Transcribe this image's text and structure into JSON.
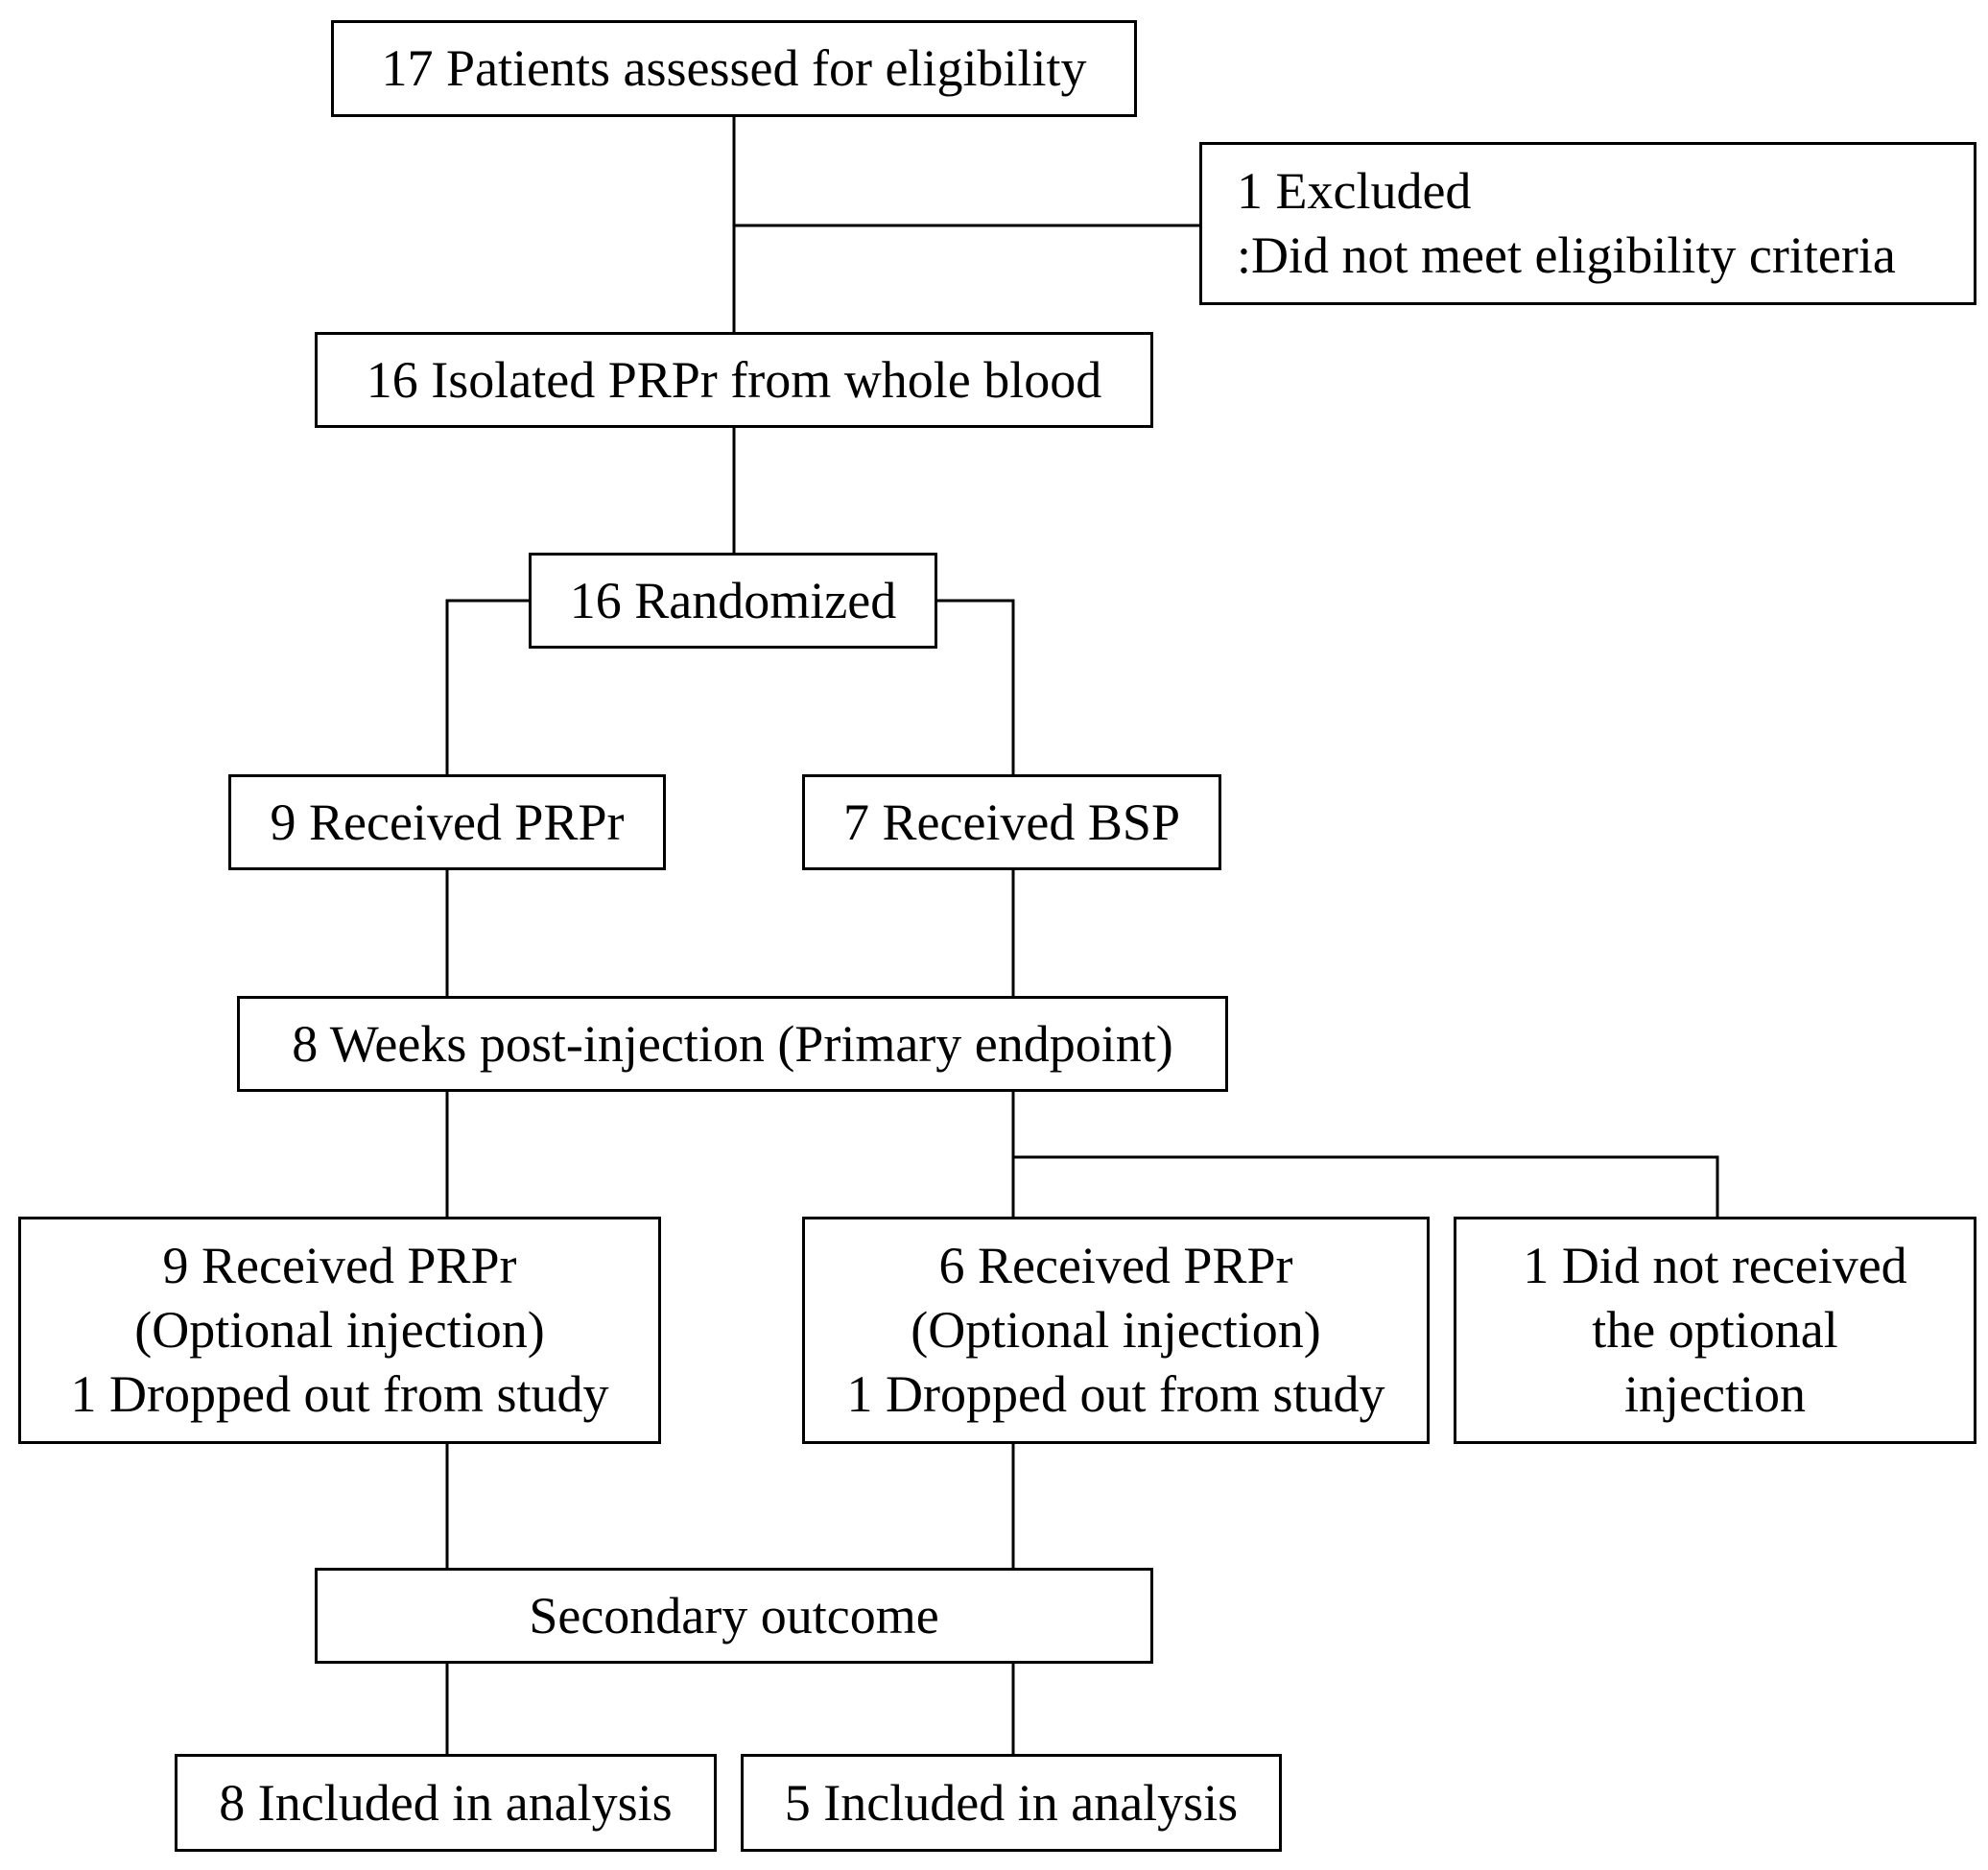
{
  "diagram": {
    "assessed": "17 Patients assessed for eligibility",
    "excluded": {
      "line1": "1 Excluded",
      "line2": ":Did not meet eligibility  criteria"
    },
    "isolated": "16 Isolated PRPr from whole blood",
    "randomized": "16 Randomized",
    "received_prpr": "9 Received PRPr",
    "received_bsp": "7 Received BSP",
    "primary_endpoint": "8 Weeks post-injection (Primary endpoint)",
    "optional_left": {
      "line1": "9 Received PRPr",
      "line2": "(Optional injection)",
      "line3": "1 Dropped out from study"
    },
    "optional_right": {
      "line1": "6 Received PRPr",
      "line2": "(Optional injection)",
      "line3": "1 Dropped out from study"
    },
    "not_received": {
      "line1": "1 Did not received",
      "line2": "the optional",
      "line3": "injection"
    },
    "secondary": "Secondary outcome",
    "analysis_left": "8 Included in analysis",
    "analysis_right": "5 Included in analysis"
  }
}
